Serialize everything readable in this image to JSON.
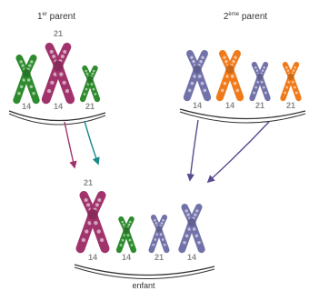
{
  "title": "Translocation Robertsonienne 14;21 — transmission",
  "parent1": {
    "label_main": "1",
    "label_sup": "er",
    "label_rest": " parent",
    "chromosomes": [
      {
        "id": "p1-c1",
        "number": "14",
        "color": "#2e8b2e"
      },
      {
        "id": "p1-c2",
        "number": "14",
        "top_number": "21",
        "color": "#a0336b"
      },
      {
        "id": "p1-c3",
        "number": "21",
        "color": "#2e8b2e"
      }
    ]
  },
  "parent2": {
    "label_main": "2",
    "label_sup": "ème",
    "label_rest": " parent",
    "chromosomes": [
      {
        "id": "p2-c1",
        "number": "14",
        "color": "#7272aa"
      },
      {
        "id": "p2-c2",
        "number": "14",
        "color": "#f07a1a"
      },
      {
        "id": "p2-c3",
        "number": "21",
        "color": "#7272aa"
      },
      {
        "id": "p2-c4",
        "number": "21",
        "color": "#f07a1a"
      }
    ]
  },
  "child": {
    "label": "enfant",
    "chromosomes": [
      {
        "id": "c-c1",
        "number": "14",
        "top_number": "21",
        "color": "#a0336b"
      },
      {
        "id": "c-c2",
        "number": "14",
        "color": "#2e8b2e"
      },
      {
        "id": "c-c3",
        "number": "21",
        "color": "#7272aa"
      },
      {
        "id": "c-c4",
        "number": "14",
        "color": "#7272aa"
      }
    ]
  },
  "arrows": [
    {
      "from": "parent1",
      "color": "#a0336b"
    },
    {
      "from": "parent1",
      "color": "#1a8a8a"
    },
    {
      "from": "parent2",
      "color": "#5a4a90"
    },
    {
      "from": "parent2",
      "color": "#5a4a90"
    }
  ]
}
